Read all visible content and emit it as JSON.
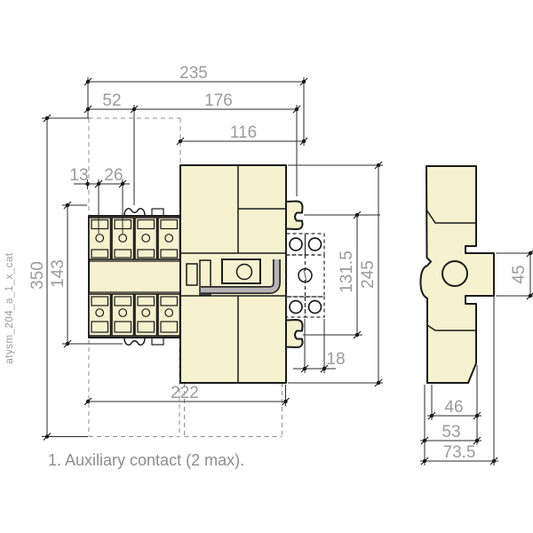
{
  "meta": {
    "reference_code": "atysm_204_a_1_x_cat",
    "caption": "1. Auxiliary contact (2 max)."
  },
  "colors": {
    "body_fill": "#f6f1ce",
    "outline": "#1a1a1a",
    "dim_text": "#9b9b9b",
    "dashed_outline": "#909090",
    "handle_gray": "#b5b5b5"
  },
  "front_view": {
    "dims": {
      "overall_width": "235",
      "left_section_width": "52",
      "right_section_width": "176",
      "body_width": "116",
      "edge_to_first_terminal": "13",
      "terminal_pitch": "26",
      "overall_height": "350",
      "switch_module_height": "143",
      "fixing_centers_height": "131.5",
      "body_height": "245",
      "aux_contact_pitch": "18",
      "lower_width": "222"
    }
  },
  "side_view": {
    "dims": {
      "handle_flange_height": "45",
      "depth_inner": "46",
      "depth_mid": "53",
      "depth_overall": "73.5"
    }
  }
}
